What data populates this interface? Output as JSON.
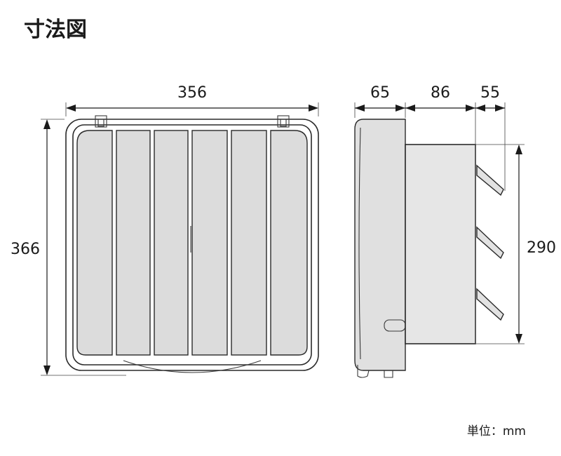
{
  "title": "寸法図",
  "dimensions": {
    "width": "356",
    "height": "366",
    "depth_front": "65",
    "depth_mid": "86",
    "depth_shutter": "55",
    "shutter_height": "290"
  },
  "unit_label": "単位：mm"
}
